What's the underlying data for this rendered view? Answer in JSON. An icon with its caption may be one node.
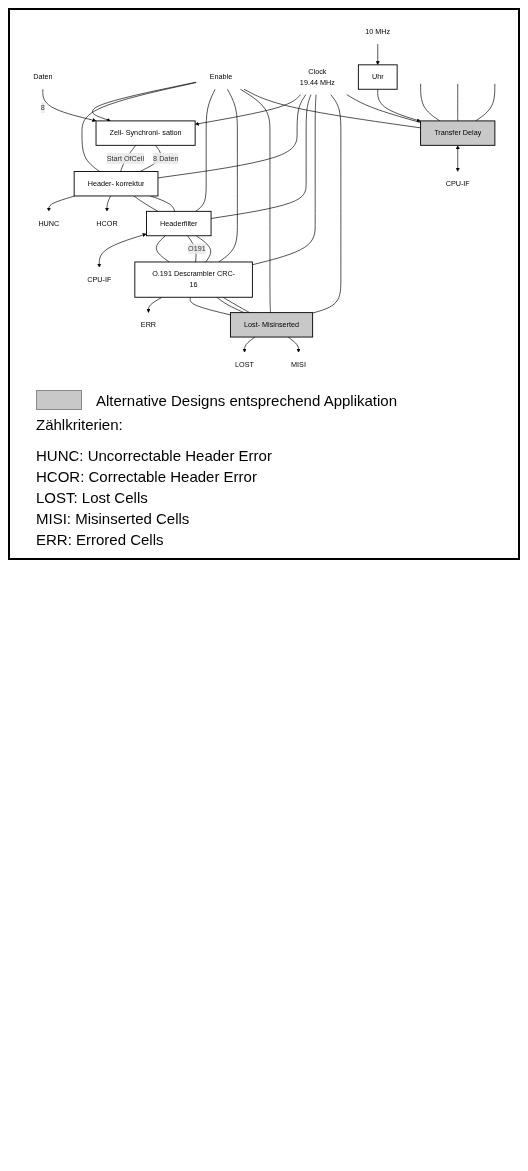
{
  "diagram": {
    "nodes": [
      {
        "text": [
          "Daten"
        ]
      },
      {
        "text": [
          "Enable"
        ]
      },
      {
        "text": [
          "Clock",
          "19.44 MHz"
        ]
      },
      {
        "text": [
          "Zell- Synchroni- sation"
        ]
      },
      {
        "text": [
          "Header- korrektur"
        ]
      },
      {
        "text": [
          "Headerfilter"
        ]
      },
      {
        "text": [
          "O.191 Descrambler CRC-16"
        ]
      },
      {
        "text": [
          "Lost- Misinserted"
        ]
      },
      {
        "text": [
          "Transfer Delay"
        ]
      },
      {
        "text": [
          "10 MHz"
        ]
      },
      {
        "text": [
          "Uhr"
        ]
      },
      {
        "text": [
          "HUNC"
        ]
      },
      {
        "text": [
          "HCOR"
        ]
      },
      {
        "text": [
          "CPU-IF"
        ]
      },
      {
        "text": [
          "ERR"
        ]
      },
      {
        "text": [
          "LOST"
        ]
      },
      {
        "text": [
          "MISI"
        ]
      },
      {
        "text": [
          "CPU-IF"
        ]
      }
    ],
    "edges": [
      {
        "from": 0,
        "to": 3,
        "arrow": "to",
        "label": "8"
      },
      {
        "from": 1,
        "to": 3,
        "arrow": "to"
      },
      {
        "from": 2,
        "to": 3,
        "arrow": "to"
      },
      {
        "from": 3,
        "to": 4,
        "arrow": "none",
        "label": "Start OfCell"
      },
      {
        "from": 3,
        "to": 4,
        "arrow": "none",
        "label": "8 Daten"
      },
      {
        "from": 1,
        "to": 4,
        "arrow": "none"
      },
      {
        "from": 2,
        "to": 4,
        "arrow": "none"
      },
      {
        "from": 4,
        "to": 11,
        "arrow": "to"
      },
      {
        "from": 4,
        "to": 12,
        "arrow": "to"
      },
      {
        "from": 4,
        "to": 5,
        "arrow": "none"
      },
      {
        "from": 4,
        "to": 5,
        "arrow": "none"
      },
      {
        "from": 1,
        "to": 5,
        "arrow": "none"
      },
      {
        "from": 2,
        "to": 5,
        "arrow": "none"
      },
      {
        "from": 5,
        "to": 13,
        "arrow": "both"
      },
      {
        "from": 5,
        "to": 6,
        "arrow": "none"
      },
      {
        "from": 5,
        "to": 6,
        "arrow": "none",
        "label": "O191"
      },
      {
        "from": 5,
        "to": 6,
        "arrow": "none"
      },
      {
        "from": 1,
        "to": 6,
        "arrow": "none"
      },
      {
        "from": 2,
        "to": 6,
        "arrow": "none"
      },
      {
        "from": 6,
        "to": 14,
        "arrow": "to"
      },
      {
        "from": 6,
        "to": 7,
        "arrow": "none"
      },
      {
        "from": 6,
        "to": 7,
        "arrow": "none"
      },
      {
        "from": 6,
        "to": 7,
        "arrow": "none"
      },
      {
        "from": 1,
        "to": 7,
        "arrow": "none"
      },
      {
        "from": 2,
        "to": 7,
        "arrow": "none"
      },
      {
        "from": 7,
        "to": 15,
        "arrow": "to"
      },
      {
        "from": 7,
        "to": 16,
        "arrow": "to"
      },
      {
        "from": null,
        "to": 8,
        "arrow": "none"
      },
      {
        "from": null,
        "to": 8,
        "arrow": "none"
      },
      {
        "from": null,
        "to": 8,
        "arrow": "none"
      },
      {
        "from": 1,
        "to": 8,
        "arrow": "none"
      },
      {
        "from": 2,
        "to": 8,
        "arrow": "none"
      },
      {
        "from": 8,
        "to": 17,
        "arrow": "both"
      },
      {
        "from": 9,
        "to": 10,
        "arrow": "to"
      },
      {
        "from": 10,
        "to": 8,
        "arrow": "to"
      }
    ],
    "labels": [
      "Zählkriterien:",
      "HUNC: Uncorrectable Header Error",
      "HCOR: Correctable Header Error",
      "LOST: Lost Cells",
      "MISI: Misinserted Cells",
      "ERR: Errored Cells"
    ],
    "legend": [
      {
        "text": "Alternative Designs entsprechend Applikation",
        "color": "#c8c8c8"
      }
    ]
  }
}
